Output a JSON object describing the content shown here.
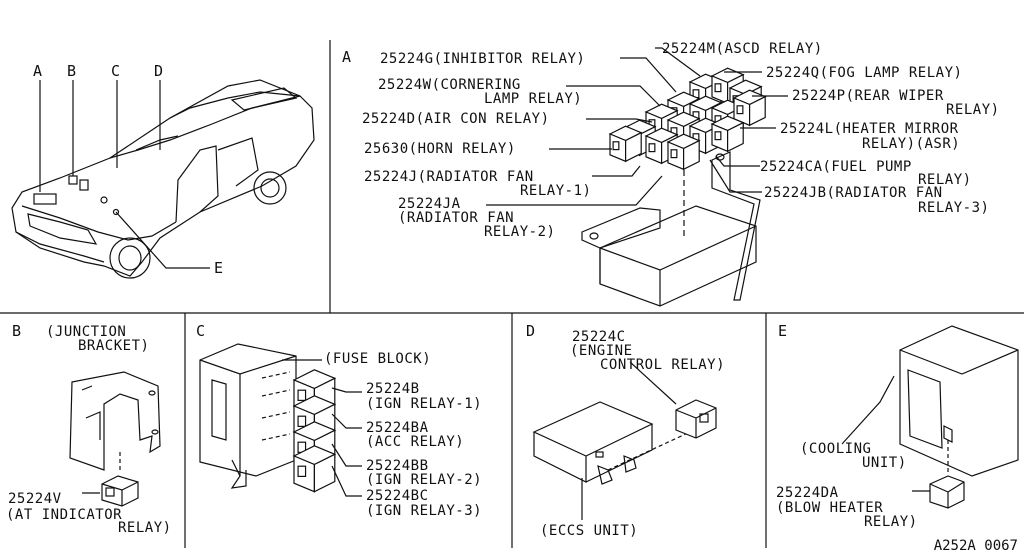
{
  "overview": {
    "labels": {
      "a": "A",
      "b": "B",
      "c": "C",
      "d": "D",
      "e": "E"
    }
  },
  "panel_a": {
    "letter": "A",
    "callouts": [
      "25224G(INHIBITOR RELAY)",
      "25224M(ASCD RELAY)",
      "25224W(CORNERING",
      "LAMP RELAY)",
      "25224Q(FOG LAMP RELAY)",
      "25224P(REAR WIPER",
      "RELAY)",
      "25224D(AIR CON RELAY)",
      "25224L(HEATER MIRROR",
      "RELAY)(ASR)",
      "25630(HORN RELAY)",
      "25224CA(FUEL PUMP",
      "RELAY)",
      "25224J(RADIATOR FAN",
      "RELAY-1)",
      "25224JB(RADIATOR FAN",
      "RELAY-3)",
      "25224JA",
      "(RADIATOR FAN",
      "RELAY-2)"
    ]
  },
  "panel_b": {
    "letter": "B",
    "title_1": "(JUNCTION",
    "title_2": "BRACKET)",
    "part_1": "25224V",
    "part_2": "(AT INDICATOR",
    "part_3": "RELAY)"
  },
  "panel_c": {
    "letter": "C",
    "fuse": "(FUSE BLOCK)",
    "parts": [
      "25224B",
      "(IGN RELAY-1)",
      "25224BA",
      "(ACC RELAY)",
      "25224BB",
      "(IGN RELAY-2)",
      "25224BC",
      "(IGN RELAY-3)"
    ]
  },
  "panel_d": {
    "letter": "D",
    "part_1": "25224C",
    "part_2": "(ENGINE",
    "part_3": "CONTROL RELAY)",
    "unit": "(ECCS UNIT)"
  },
  "panel_e": {
    "letter": "E",
    "cool_1": "(COOLING",
    "cool_2": "UNIT)",
    "part_1": "25224DA",
    "part_2": "(BLOW HEATER",
    "part_3": "RELAY)"
  },
  "diagram_code": "A252A 0067"
}
